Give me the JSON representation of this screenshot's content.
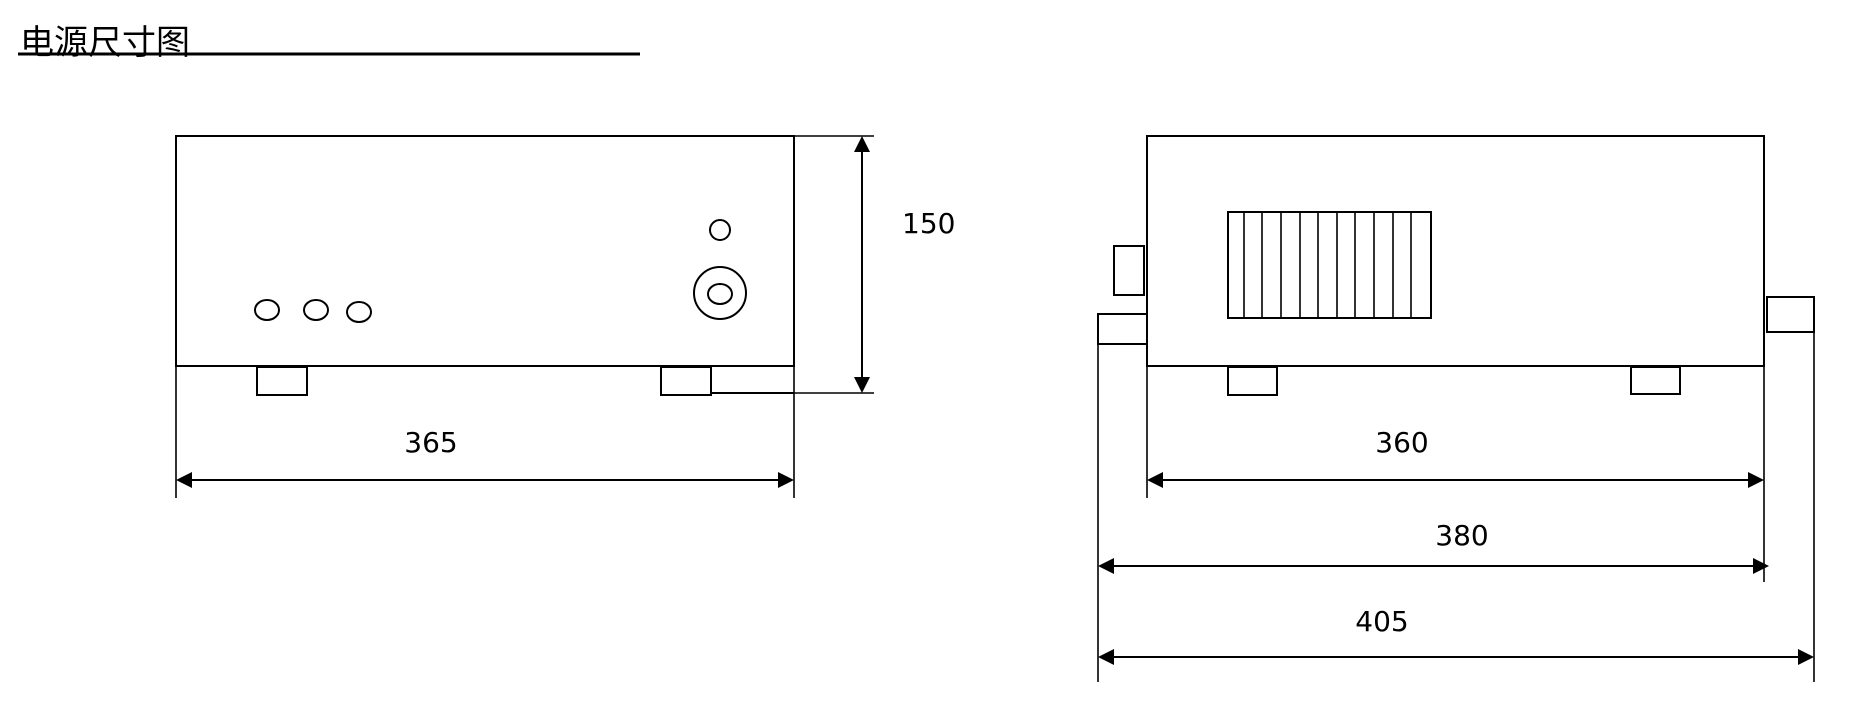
{
  "title": "电源尺寸图",
  "front_view": {
    "width_label": "365",
    "height_label": "150"
  },
  "side_view": {
    "width_label_1": "360",
    "width_label_2": "380",
    "width_label_3": "405"
  },
  "colors": {
    "line": "#000000",
    "background": "#ffffff"
  }
}
